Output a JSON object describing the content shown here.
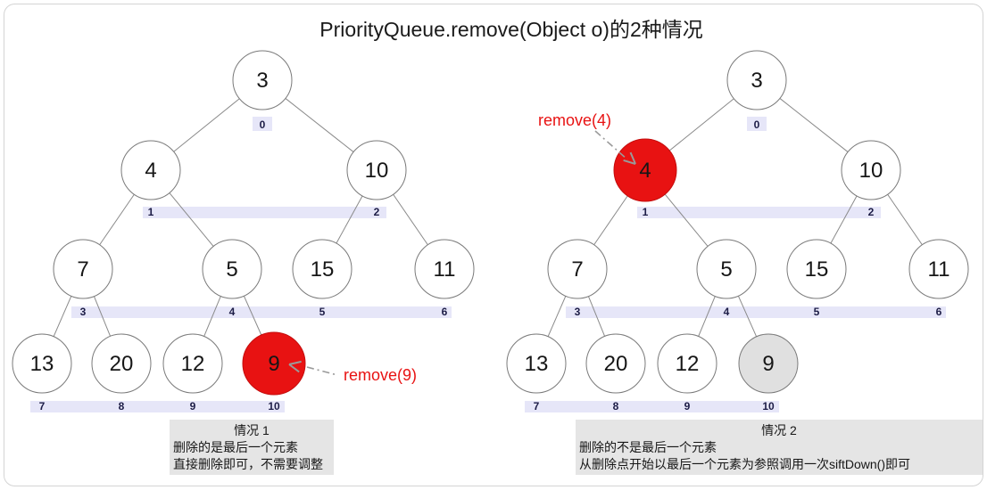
{
  "title": "PriorityQueue.remove(Object o)的2种情况",
  "colors": {
    "node_fill": "#ffffff",
    "node_border": "#7a7a7a",
    "edge": "#8a8a8a",
    "highlight_red": "#e81212",
    "highlight_red_border": "#c40d0d",
    "removed_gray": "#e0e0e0",
    "index_bar": "#e6e6f8",
    "index_text": "#1c1c46",
    "annotation_red": "#e81212",
    "arrow_gray": "#9a9a9a",
    "caption_bg": "#e5e5e5",
    "frame_border": "#d4d4d4"
  },
  "trees": [
    {
      "name": "case1",
      "nodes": [
        {
          "index": "0",
          "value": "3",
          "state": "normal"
        },
        {
          "index": "1",
          "value": "4",
          "state": "normal"
        },
        {
          "index": "2",
          "value": "10",
          "state": "normal"
        },
        {
          "index": "3",
          "value": "7",
          "state": "normal"
        },
        {
          "index": "4",
          "value": "5",
          "state": "normal"
        },
        {
          "index": "5",
          "value": "15",
          "state": "normal"
        },
        {
          "index": "6",
          "value": "11",
          "state": "normal"
        },
        {
          "index": "7",
          "value": "13",
          "state": "normal"
        },
        {
          "index": "8",
          "value": "20",
          "state": "normal"
        },
        {
          "index": "9",
          "value": "12",
          "state": "normal"
        },
        {
          "index": "10",
          "value": "9",
          "state": "highlighted"
        }
      ],
      "annotation": {
        "label": "remove(9)",
        "target_index": "10"
      },
      "caption": {
        "heading": "情况 1",
        "lines": [
          "删除的是最后一个元素",
          "直接删除即可，不需要调整"
        ]
      }
    },
    {
      "name": "case2",
      "nodes": [
        {
          "index": "0",
          "value": "3",
          "state": "normal"
        },
        {
          "index": "1",
          "value": "4",
          "state": "highlighted"
        },
        {
          "index": "2",
          "value": "10",
          "state": "normal"
        },
        {
          "index": "3",
          "value": "7",
          "state": "normal"
        },
        {
          "index": "4",
          "value": "5",
          "state": "normal"
        },
        {
          "index": "5",
          "value": "15",
          "state": "normal"
        },
        {
          "index": "6",
          "value": "11",
          "state": "normal"
        },
        {
          "index": "7",
          "value": "13",
          "state": "normal"
        },
        {
          "index": "8",
          "value": "20",
          "state": "normal"
        },
        {
          "index": "9",
          "value": "12",
          "state": "normal"
        },
        {
          "index": "10",
          "value": "9",
          "state": "removed"
        }
      ],
      "annotation": {
        "label": "remove(4)",
        "target_index": "1"
      },
      "caption": {
        "heading": "情况 2",
        "lines": [
          "删除的不是最后一个元素",
          "从删除点开始以最后一个元素为参照调用一次siftDown()即可"
        ]
      }
    }
  ]
}
